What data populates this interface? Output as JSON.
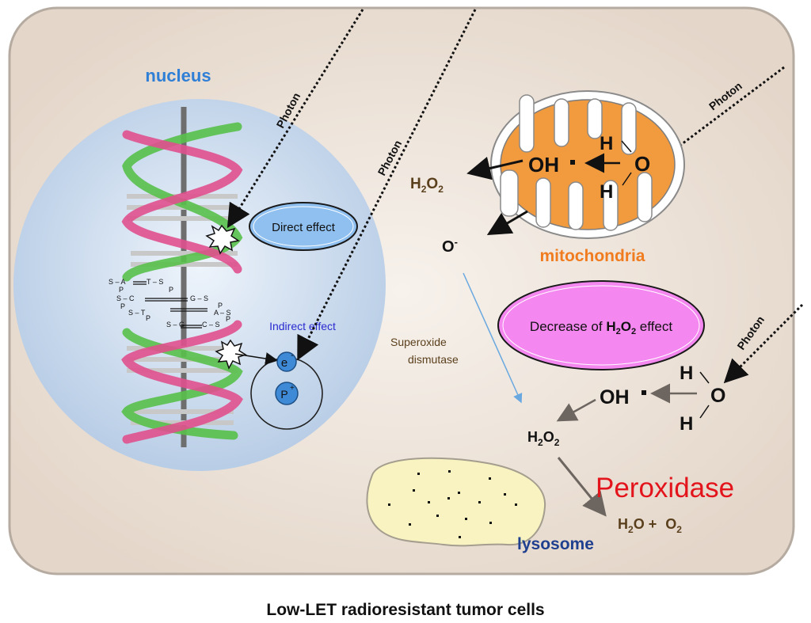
{
  "caption": "Low-LET radioresistant tumor cells",
  "nucleus": {
    "title": "nucleus",
    "direct_effect": "Direct effect",
    "indirect_effect": "Indirect effect",
    "electron": "e",
    "electron_charge": "-",
    "proton": "P",
    "proton_charge": "+",
    "bases": [
      {
        "left": "S – A",
        "right": "T – S"
      },
      {
        "left": "S – C",
        "right": "G – S"
      },
      {
        "left": "S – T",
        "right": "A – S"
      },
      {
        "left": "S – G",
        "right": "C – S"
      }
    ],
    "phosphates": [
      "P",
      "P",
      "P",
      "P",
      "P",
      "P"
    ]
  },
  "photons": [
    "Photon",
    "Photon",
    "Photon",
    "Photon"
  ],
  "mitochondria": {
    "title": "mitochondria",
    "oh": "OH",
    "h_top": "H",
    "h_bottom": "H",
    "o": "O"
  },
  "species": {
    "h2o2_main": "H",
    "h2o2_sub1": "2",
    "h2o2_mid": "O",
    "h2o2_sub2": "2",
    "superoxide": "O",
    "superoxide_charge": "-"
  },
  "enzyme_sod": [
    "Superoxide",
    "dismutase"
  ],
  "decrease": {
    "prefix": "Decrease of ",
    "bold": "H",
    "sub1": "2",
    "bold2": "O",
    "sub2": "2",
    "suffix": " effect"
  },
  "water_radiolysis": {
    "oh": "OH",
    "h_top": "H",
    "h_bottom": "H",
    "o": "O"
  },
  "peroxidase": "Peroxidase",
  "products": {
    "water_h": "H",
    "water_sub": "2",
    "water_o": "O + ",
    "oxygen": "O",
    "oxygen_sub": "2"
  },
  "lysosome": "lysosome",
  "colors": {
    "cell_fill": "#e9ddd2",
    "cell_stroke": "#b6aba1",
    "nucleus_fill": "#c4d6ea",
    "nucleus_title": "#2f7fd6",
    "mito_fill": "#f19a3e",
    "mito_title": "#f07c1f",
    "pink_ellipse": "#f488f0",
    "blue_ellipse": "#8fc0f0",
    "peroxidase": "#e3141b",
    "lysosome_fill": "#f8f3c0",
    "lysosome_title": "#1f3f8f",
    "helix_pink": "#e0508e",
    "helix_green": "#58c04a"
  }
}
